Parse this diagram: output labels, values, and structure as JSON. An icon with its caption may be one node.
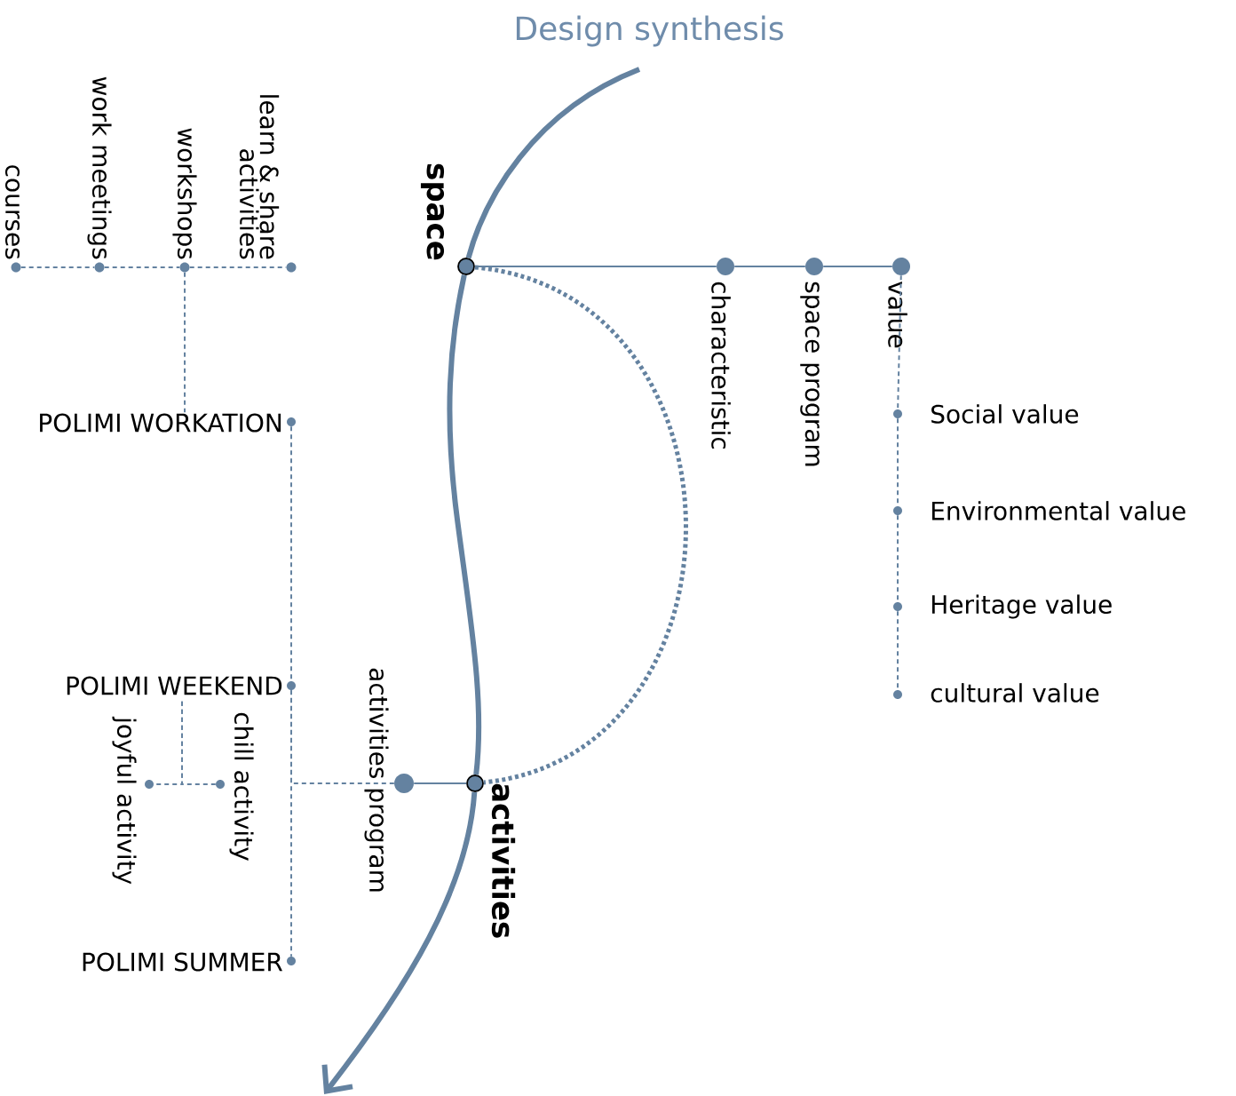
{
  "diagram": {
    "title": "Design synthesis",
    "nodes": [
      {
        "text": [
          "space"
        ]
      },
      {
        "text": [
          "characteristic"
        ]
      },
      {
        "text": [
          "space program"
        ]
      },
      {
        "text": [
          "value"
        ]
      },
      {
        "text": [
          "Social value"
        ]
      },
      {
        "text": [
          "Environmental value"
        ]
      },
      {
        "text": [
          "Heritage value"
        ]
      },
      {
        "text": [
          "cultural value"
        ]
      },
      {
        "text": [
          "activities"
        ]
      },
      {
        "text": [
          "activities program"
        ]
      },
      {
        "text": [
          "courses"
        ]
      },
      {
        "text": [
          "work meetings"
        ]
      },
      {
        "text": [
          "workshops"
        ]
      },
      {
        "text": [
          "learn & share activities"
        ]
      },
      {
        "text": [
          "POLIMI WORKATION"
        ]
      },
      {
        "text": [
          "POLIMI WEEKEND"
        ]
      },
      {
        "text": [
          "joyful activity"
        ]
      },
      {
        "text": [
          "chill activity"
        ]
      },
      {
        "text": [
          "POLIMI SUMMER"
        ]
      }
    ],
    "edges": [
      {
        "from": null,
        "to": 0,
        "arrow": "none",
        "style": "thick"
      },
      {
        "from": 0,
        "to": 8,
        "arrow": "none",
        "style": "thick"
      },
      {
        "from": 8,
        "to": null,
        "arrow": "to",
        "style": "thick"
      },
      {
        "from": 0,
        "to": 8,
        "arrow": "none",
        "style": "dashed"
      },
      {
        "from": 0,
        "to": 1,
        "arrow": "none"
      },
      {
        "from": 1,
        "to": 2,
        "arrow": "none"
      },
      {
        "from": 2,
        "to": 3,
        "arrow": "none"
      },
      {
        "from": 3,
        "to": 4,
        "arrow": "none",
        "style": "dashed"
      },
      {
        "from": 4,
        "to": 5,
        "arrow": "none",
        "style": "dashed"
      },
      {
        "from": 5,
        "to": 6,
        "arrow": "none",
        "style": "dashed"
      },
      {
        "from": 6,
        "to": 7,
        "arrow": "none",
        "style": "dashed"
      },
      {
        "from": 8,
        "to": 9,
        "arrow": "none"
      },
      {
        "from": 9,
        "to": 15,
        "arrow": "none",
        "style": "dashed"
      },
      {
        "from": 14,
        "to": 15,
        "arrow": "none",
        "style": "dashed"
      },
      {
        "from": 15,
        "to": 18,
        "arrow": "none",
        "style": "dashed"
      },
      {
        "from": 10,
        "to": 11,
        "arrow": "none",
        "style": "dashed"
      },
      {
        "from": 11,
        "to": 12,
        "arrow": "none",
        "style": "dashed"
      },
      {
        "from": 12,
        "to": 13,
        "arrow": "none",
        "style": "dashed"
      },
      {
        "from": 12,
        "to": 14,
        "arrow": "none",
        "style": "dashed"
      },
      {
        "from": 15,
        "to": 16,
        "arrow": "none",
        "style": "dashed"
      },
      {
        "from": 15,
        "to": 17,
        "arrow": "none",
        "style": "dashed"
      }
    ]
  }
}
